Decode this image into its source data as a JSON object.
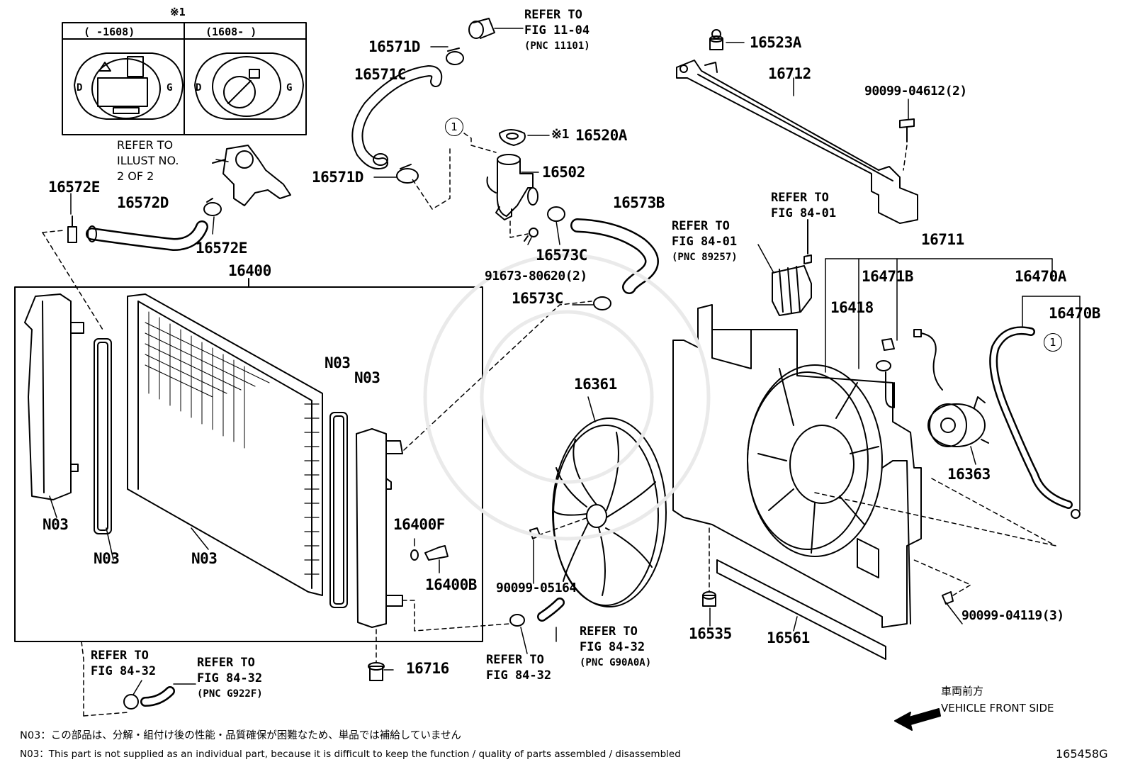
{
  "header_box": {
    "mark": "※1",
    "left_col": "(      -1608)",
    "right_col": "(1608-       )"
  },
  "parts": {
    "p16571D_top": "16571D",
    "p16571C": "16571C",
    "p16571D_bottom": "16571D",
    "p16520A": "16520A",
    "p16520A_mark": "※1",
    "p16502": "16502",
    "p16572E_top": "16572E",
    "p16572D": "16572D",
    "p16572E_bottom": "16572E",
    "p16573B": "16573B",
    "p16573C_a": "16573C",
    "p16573C_b": "16573C",
    "p91673": "91673-80620(2)",
    "p16400": "16400",
    "p16523A": "16523A",
    "p16712": "16712",
    "p90099_04612": "90099-04612(2)",
    "p16711": "16711",
    "p16471B": "16471B",
    "p16470A": "16470A",
    "p16418": "16418",
    "p16470B": "16470B",
    "p16361": "16361",
    "p16363": "16363",
    "p16400F": "16400F",
    "p16400B": "16400B",
    "p90099_05164": "90099-05164",
    "p16716": "16716",
    "p16535": "16535",
    "p16561": "16561",
    "p90099_04119": "90099-04119(3)",
    "n03_a": "N03",
    "n03_b": "N03",
    "n03_c": "N03",
    "n03_d": "N03",
    "n03_e": "N03"
  },
  "refs": {
    "fig11_04": {
      "l1": "REFER TO",
      "l2": "FIG 11-04",
      "l3": "(PNC 11101)"
    },
    "illust": {
      "l1": "REFER TO",
      "l2": "ILLUST NO.",
      "l3": "2 OF 2"
    },
    "fig84_01_a": {
      "l1": "REFER TO",
      "l2": "FIG 84-01"
    },
    "fig84_01_b": {
      "l1": "REFER TO",
      "l2": "FIG 84-01",
      "l3": "(PNC 89257)"
    },
    "fig84_32_a": {
      "l1": "REFER TO",
      "l2": "FIG 84-32"
    },
    "fig84_32_b": {
      "l1": "REFER TO",
      "l2": "FIG 84-32",
      "l3": "(PNC G922F)"
    },
    "fig84_32_c": {
      "l1": "REFER TO",
      "l2": "FIG 84-32"
    },
    "fig84_32_d": {
      "l1": "REFER TO",
      "l2": "FIG 84-32",
      "l3": "(PNC G90A0A)"
    }
  },
  "callouts": {
    "c1_top": "1",
    "c1_right": "1"
  },
  "direction": {
    "jp": "車両前方",
    "en": "VEHICLE FRONT SIDE"
  },
  "notes": {
    "jp": "N03：この部品は、分解・組付け後の性能・品質確保が困難なため、単品では補給していません",
    "en": "N03：This part is not supplied as an individual part, because it is difficult to keep the function / quality of parts assembled / disassembled"
  },
  "illustration_id": "165458G"
}
